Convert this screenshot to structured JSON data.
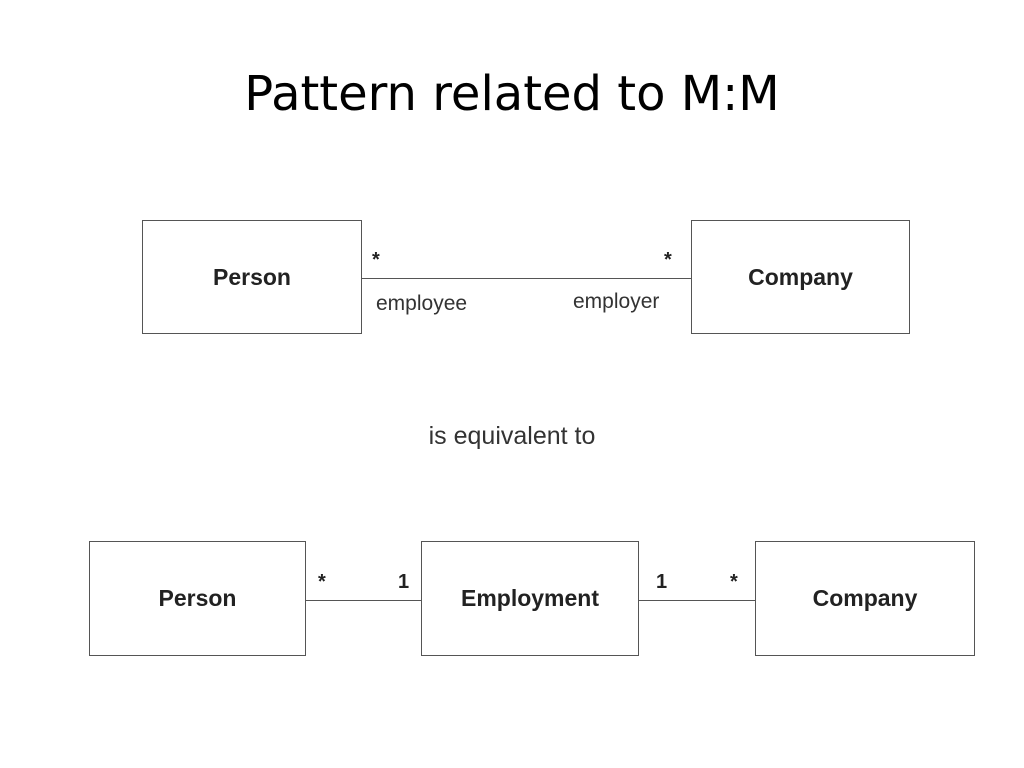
{
  "title": "Pattern related to M:M",
  "top_diagram": {
    "left_class": "Person",
    "right_class": "Company",
    "left_multiplicity": "*",
    "right_multiplicity": "*",
    "left_role": "employee",
    "right_role": "employer"
  },
  "equivalence_text": "is equivalent to",
  "bottom_diagram": {
    "left_class": "Person",
    "middle_class": "Employment",
    "right_class": "Company",
    "left_assoc_left_multiplicity": "*",
    "left_assoc_right_multiplicity": "1",
    "right_assoc_left_multiplicity": "1",
    "right_assoc_right_multiplicity": "*"
  }
}
